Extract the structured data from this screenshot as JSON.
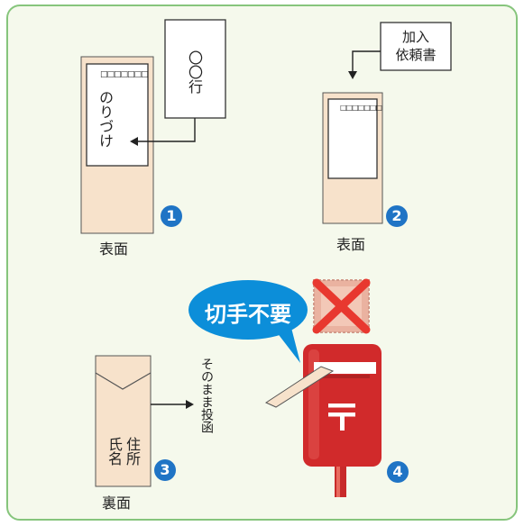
{
  "colors": {
    "frame_border": "#86c57c",
    "frame_fill": "#f5f9ec",
    "envelope_fill": "#f7e2cb",
    "step_badge": "#1f74c5",
    "callout_blue": "#0c8ed9",
    "mailbox_red": "#d12a2b",
    "cross_red": "#e8382f"
  },
  "step1": {
    "badge": "1",
    "caption": "表面",
    "label_card": "〇〇行",
    "envelope_note": "のりづけ",
    "postal_code_boxes": "□□□□□□□"
  },
  "step2": {
    "badge": "2",
    "caption": "表面",
    "document": "加入\n依頼書",
    "postal_code_boxes": "□□□□□□□"
  },
  "step3": {
    "badge": "3",
    "caption": "裏面",
    "address_field": "住所",
    "name_field": "氏名",
    "instruction": "そのまま投函"
  },
  "step4": {
    "badge": "4",
    "callout": "切手不要",
    "stamp_icon": "postage-stamp-icon",
    "cross_icon": "cross-icon",
    "mailbox_icon": "post-box-icon",
    "postal_mark": "〒"
  }
}
